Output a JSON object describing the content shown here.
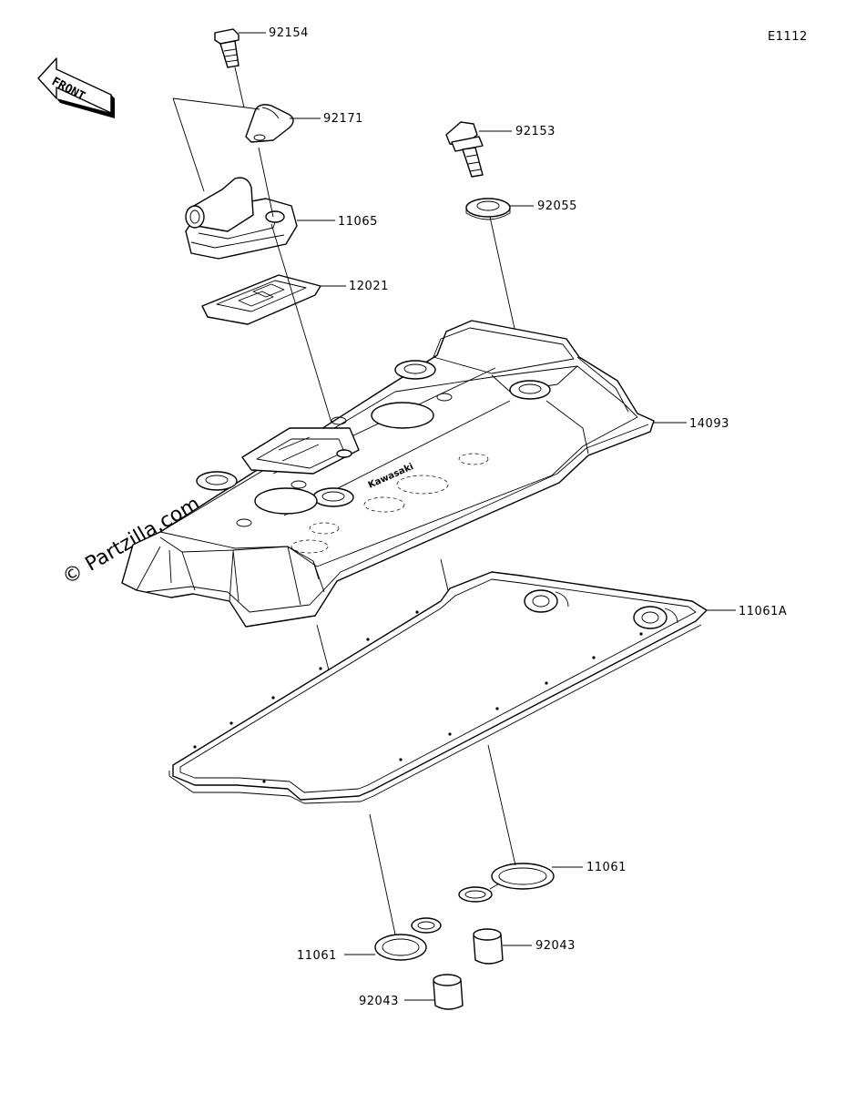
{
  "diagram_code": "E1112",
  "front_label": "FRONT",
  "watermark": "© Partzilla.com",
  "logo_text": "Kawasaki",
  "parts": {
    "p92154": "92154",
    "p92171": "92171",
    "p11065": "11065",
    "p12021": "12021",
    "p92153": "92153",
    "p92055": "92055",
    "p14093": "14093",
    "p11061A": "11061A",
    "p11061_right": "11061",
    "p11061_left": "11061",
    "p92043_right": "92043",
    "p92043_left": "92043"
  }
}
